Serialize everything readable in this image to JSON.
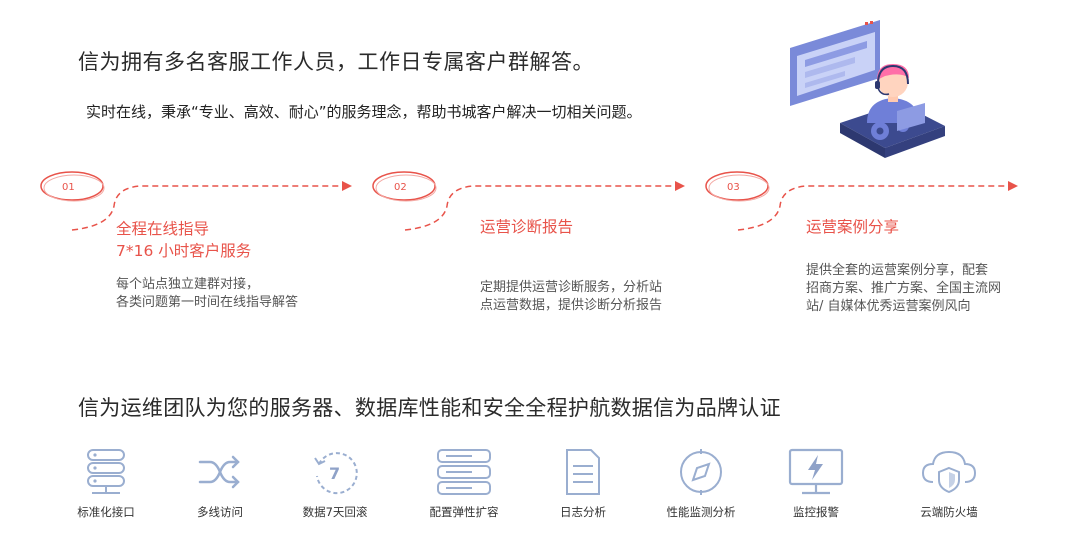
{
  "service": {
    "headline": "信为拥有多名客服工作人员，工作日专属客户群解答。",
    "intro": "实时在线，秉承“专业、高效、耐心”的服务理念，帮助书城客户解决一切相关问题。"
  },
  "steps": [
    {
      "num": "01",
      "title_line1": "全程在线指导",
      "title_line2": "7*16 小时客户服务",
      "desc": "每个站点独立建群对接，\n各类问题第一时间在线指导解答"
    },
    {
      "num": "02",
      "title_line1": "运营诊断报告",
      "title_line2": "",
      "desc": "定期提供运营诊断服务，分析站\n点运营数据，提供诊断分析报告"
    },
    {
      "num": "03",
      "title_line1": "运营案例分享",
      "title_line2": "",
      "desc": "提供全套的运营案例分享，配套\n招商方案、推广方案、全国主流网\n站/ 自媒体优秀运营案例风向"
    }
  ],
  "ops": {
    "headline": "信为运维团队为您的服务器、数据库性能和安全全程护航数据信为品牌认证",
    "features": [
      {
        "label": "标准化接口",
        "icon": "server-icon"
      },
      {
        "label": "多线访问",
        "icon": "shuffle-icon"
      },
      {
        "label": "数据7天回滚",
        "icon": "rollback-7-icon"
      },
      {
        "label": "配置弹性扩容",
        "icon": "storage-scale-icon"
      },
      {
        "label": "日志分析",
        "icon": "document-icon"
      },
      {
        "label": "性能监测分析",
        "icon": "compass-icon"
      },
      {
        "label": "监控报警",
        "icon": "monitor-alert-icon"
      },
      {
        "label": "云端防火墙",
        "icon": "cloud-shield-icon"
      }
    ]
  },
  "colors": {
    "accent": "#e8534a",
    "icon": "#9aaed0",
    "illustration_blue": "#6f7fd8",
    "illustration_dark": "#3c4a8f",
    "illustration_pink": "#ff7fb0"
  }
}
